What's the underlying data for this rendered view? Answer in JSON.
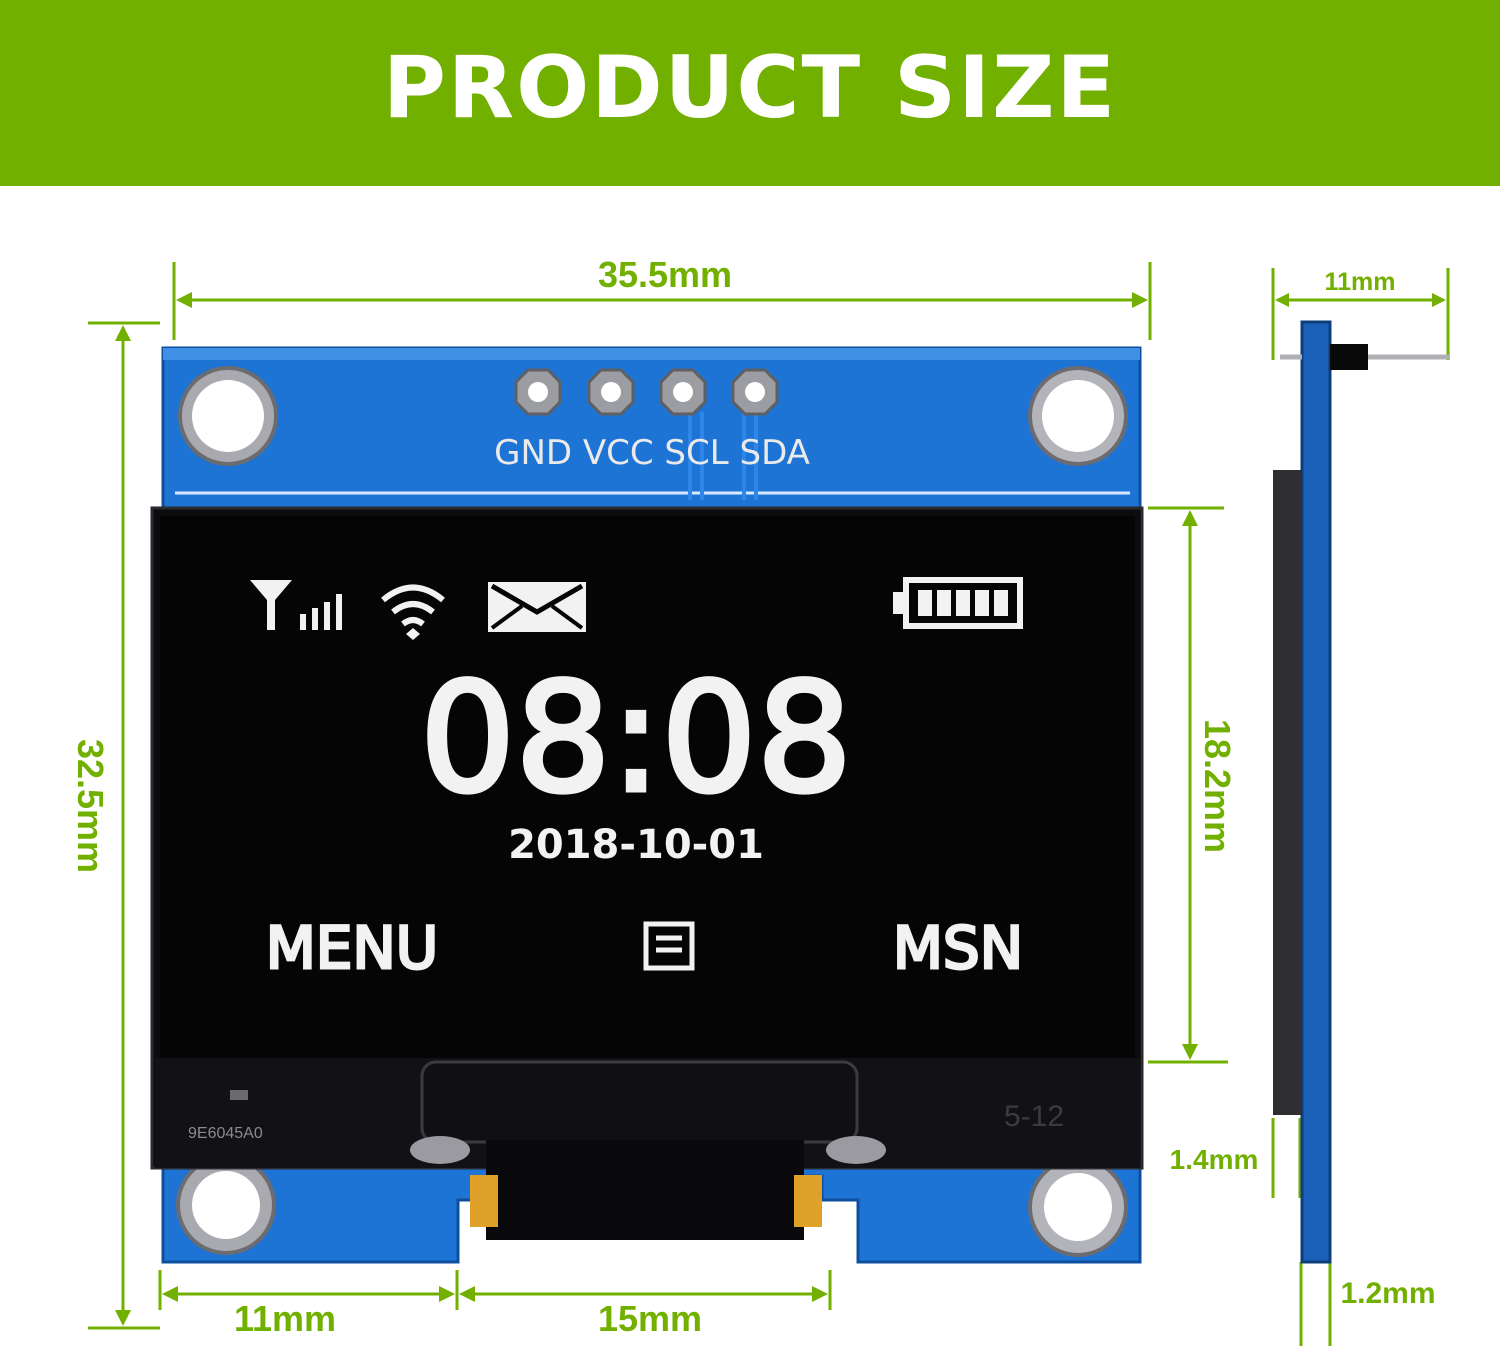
{
  "header": {
    "title": "PRODUCT SIZE"
  },
  "dimensions": {
    "width": "35.5mm",
    "height": "32.5mm",
    "display_height": "18.2mm",
    "left_offset": "11mm",
    "connector_width": "15mm",
    "side_depth": "11mm",
    "side_gap": "1.4mm",
    "pcb_thickness": "1.2mm"
  },
  "pins": {
    "labels": "GND VCC SCL SDA"
  },
  "screen": {
    "time": "08:08",
    "date": "2018-10-01",
    "left_label": "MENU",
    "right_label": "MSN",
    "icons": [
      "signal-icon",
      "wifi-icon",
      "mail-icon",
      "battery-icon",
      "list-icon"
    ]
  },
  "markings": {
    "chip_code": "9E6045A0",
    "lot": "5-12"
  },
  "colors": {
    "banner": "#72b000",
    "dimension": "#72b000",
    "pcb": "#1c6fd0",
    "screen": "#0a0a0a"
  }
}
